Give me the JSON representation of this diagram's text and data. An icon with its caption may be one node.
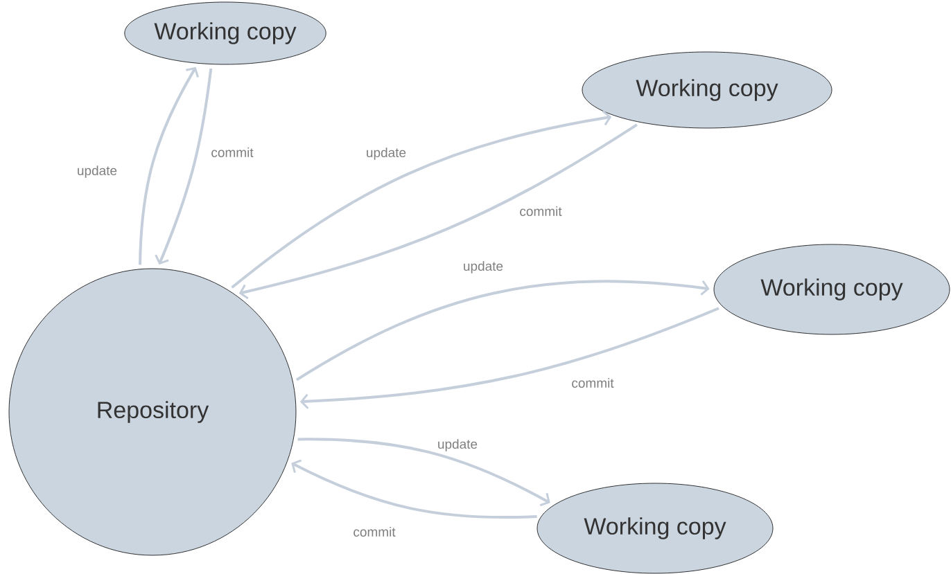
{
  "diagram": {
    "nodes": [
      {
        "text": [
          "Repository"
        ]
      },
      {
        "text": [
          "Working copy"
        ]
      },
      {
        "text": [
          "Working copy"
        ]
      },
      {
        "text": [
          "Working copy"
        ]
      },
      {
        "text": [
          "Working copy"
        ]
      }
    ],
    "edges": [
      {
        "from": 0,
        "to": 1,
        "arrow": "to",
        "label": "update"
      },
      {
        "from": 1,
        "to": 0,
        "arrow": "to",
        "label": "commit"
      },
      {
        "from": 0,
        "to": 2,
        "arrow": "to",
        "label": "update"
      },
      {
        "from": 2,
        "to": 0,
        "arrow": "to",
        "label": "commit"
      },
      {
        "from": 0,
        "to": 3,
        "arrow": "to",
        "label": "update"
      },
      {
        "from": 3,
        "to": 0,
        "arrow": "to",
        "label": "commit"
      },
      {
        "from": 0,
        "to": 4,
        "arrow": "to",
        "label": "update"
      },
      {
        "from": 4,
        "to": 0,
        "arrow": "to",
        "label": "commit"
      }
    ]
  }
}
